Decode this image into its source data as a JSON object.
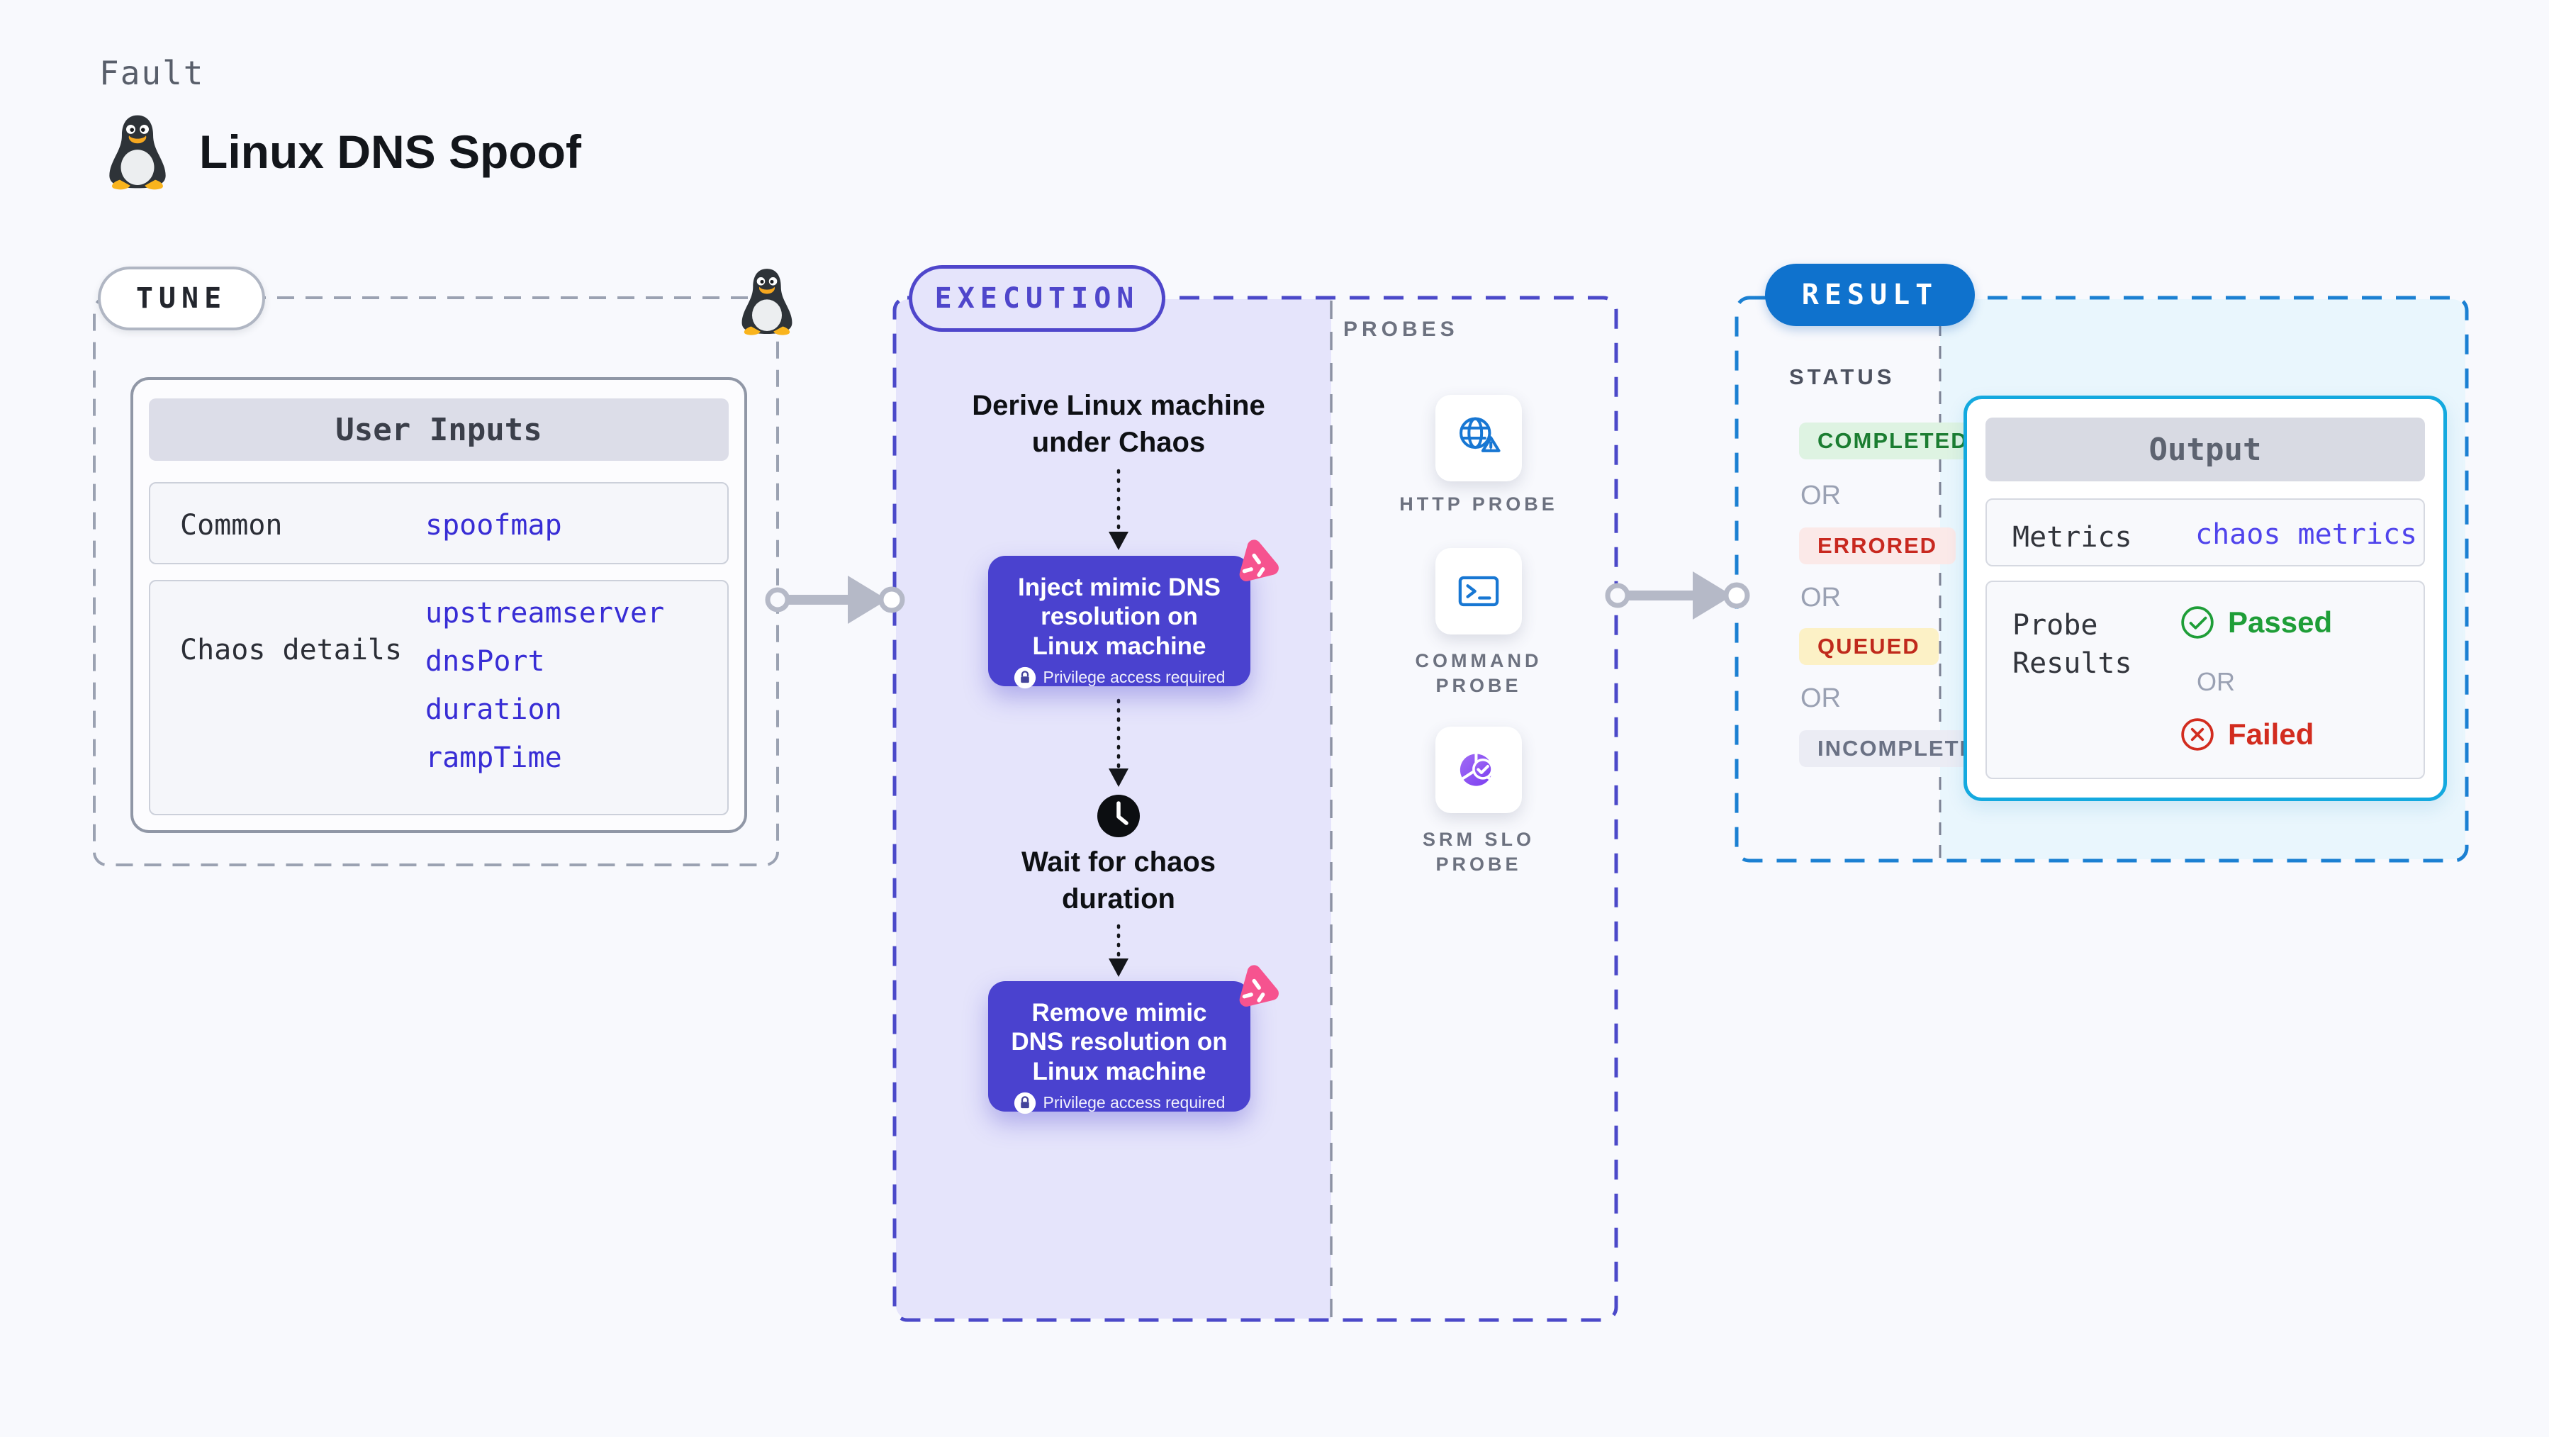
{
  "header": {
    "kicker": "Fault",
    "title": "Linux DNS Spoof"
  },
  "tune": {
    "pill": "TUNE",
    "card_title": "User Inputs",
    "rows": [
      {
        "label": "Common",
        "values": [
          "spoofmap"
        ]
      },
      {
        "label": "Chaos details",
        "values": [
          "upstreamserver",
          "dnsPort",
          "duration",
          "rampTime"
        ]
      }
    ]
  },
  "execution": {
    "pill": "EXECUTION",
    "step_derive": "Derive Linux machine under Chaos",
    "step_inject": "Inject mimic DNS resolution on Linux machine",
    "privilege_note": "Privilege access required",
    "step_wait": "Wait for chaos duration",
    "step_remove": "Remove mimic DNS resolution on Linux machine"
  },
  "probes": {
    "label": "PROBES",
    "items": [
      {
        "name": "HTTP PROBE",
        "icon": "globe-alert-icon"
      },
      {
        "name": "COMMAND PROBE",
        "icon": "terminal-icon"
      },
      {
        "name": "SRM SLO PROBE",
        "icon": "slo-pie-check-icon"
      }
    ]
  },
  "result": {
    "pill": "RESULT",
    "status_label": "STATUS",
    "or_label": "OR",
    "statuses": [
      {
        "text": "COMPLETED",
        "bg": "#def3e2",
        "fg": "#1b7d31"
      },
      {
        "text": "ERRORED",
        "bg": "#fbe9e8",
        "fg": "#c8281f"
      },
      {
        "text": "QUEUED",
        "bg": "#fcf1c6",
        "fg": "#c02a1c"
      },
      {
        "text": "INCOMPLETED",
        "bg": "#ebecf4",
        "fg": "#6a7184"
      }
    ],
    "output": {
      "title": "Output",
      "metrics_label": "Metrics",
      "metrics_link": "chaos metrics",
      "probe_results_label": "Probe Results",
      "passed": "Passed",
      "failed": "Failed"
    }
  },
  "colors": {
    "background": "#f8f9fd",
    "tune_border": "#9ba2b2",
    "execution_accent": "#4f46cb",
    "execution_fill": "#e5e4fb",
    "chaos_box": "#4a42cf",
    "chaos_badge_pink": "#f6538f",
    "result_accent": "#0f72cd",
    "result_fill": "#e9f6fd",
    "output_border": "#14a9df",
    "probe_icon_blue": "#1877d3",
    "probe_icon_purple": "#8a53f1",
    "connector_gray": "#b5b9c7",
    "passed_green": "#1f9e38",
    "failed_red": "#d22c1f"
  }
}
